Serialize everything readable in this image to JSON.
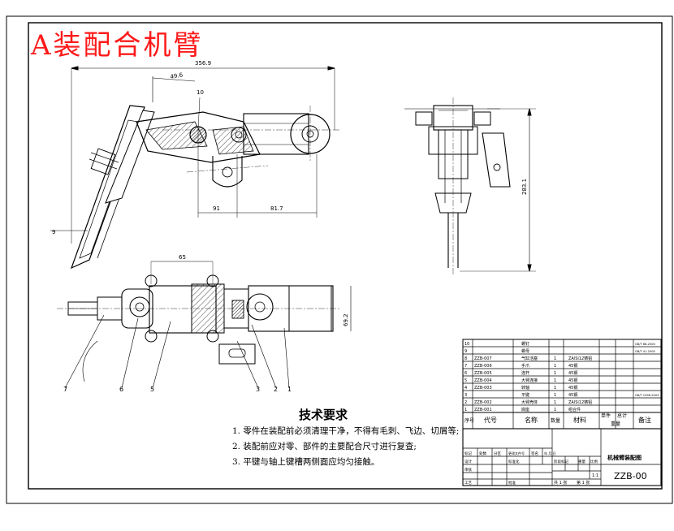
{
  "title": "A装配合机臂",
  "tech_requirements": {
    "heading": "技术要求",
    "items": [
      "1. 零件在装配前必须清理干净，不得有毛刺、飞边、切屑等;",
      "2. 装配前应对零、部件的主要配合尺寸进行复查;",
      "3. 平键与轴上键槽两侧面应均匀接触。"
    ]
  },
  "balloons": [
    "7",
    "6",
    "5",
    "3",
    "2",
    "1"
  ],
  "dimensions": {
    "top_span": "356.9",
    "angle": "49.6",
    "small": "10",
    "bottom_left": "91",
    "bottom_right": "81.7",
    "side_length": "9",
    "right_height": "283.1",
    "plan_width": "65",
    "plan_height": "69.2"
  },
  "bom": {
    "rows": [
      {
        "no": "10",
        "code": "",
        "name": "螺钉",
        "qty": "",
        "material": "",
        "note": "GB/T 68-2000"
      },
      {
        "no": "9",
        "code": "",
        "name": "螺母",
        "qty": "",
        "material": "",
        "note": "GB/T 41-2000"
      },
      {
        "no": "8",
        "code": "ZZB-007",
        "name": "气缸活塞",
        "qty": "1",
        "material": "ZAlSi12铸铝",
        "note": ""
      },
      {
        "no": "7",
        "code": "ZZB-006",
        "name": "手爪",
        "qty": "1",
        "material": "45钢",
        "note": ""
      },
      {
        "no": "6",
        "code": "ZZB-005",
        "name": "连杆",
        "qty": "1",
        "material": "45钢",
        "note": ""
      },
      {
        "no": "5",
        "code": "ZZB-004",
        "name": "大臂连接",
        "qty": "1",
        "material": "45钢",
        "note": ""
      },
      {
        "no": "4",
        "code": "ZZB-003",
        "name": "转轴",
        "qty": "1",
        "material": "45钢",
        "note": ""
      },
      {
        "no": "3",
        "code": "",
        "name": "平键",
        "qty": "1",
        "material": "45钢",
        "note": "GB/T 1096-2003"
      },
      {
        "no": "2",
        "code": "ZZB-002",
        "name": "大臂壳体",
        "qty": "1",
        "material": "ZAlSi12铸铝",
        "note": ""
      },
      {
        "no": "1",
        "code": "ZZB-001",
        "name": "底座",
        "qty": "1",
        "material": "组合件",
        "note": ""
      }
    ],
    "header": {
      "no": "序号",
      "code": "代号",
      "name": "名称",
      "qty": "数量",
      "material": "材料",
      "unit_weight": "单件",
      "total_weight": "总计",
      "weight": "重量",
      "note": "备注"
    }
  },
  "title_block": {
    "drawing_name": "机械臂装配图",
    "drawing_no": "ZZB-00",
    "scale": "1:1",
    "sheets": "共 1 张",
    "sheet": "第 1 张",
    "labels": {
      "mark": "标记",
      "count": "处数",
      "zone": "分区",
      "change_no": "更改文件号",
      "sign": "签名",
      "date": "年 月 日",
      "design": "设计",
      "standard": "标准化",
      "check": "审核",
      "process": "工艺",
      "approve": "批准",
      "stage": "阶段标记",
      "weight": "重量",
      "ratio": "比例"
    }
  }
}
